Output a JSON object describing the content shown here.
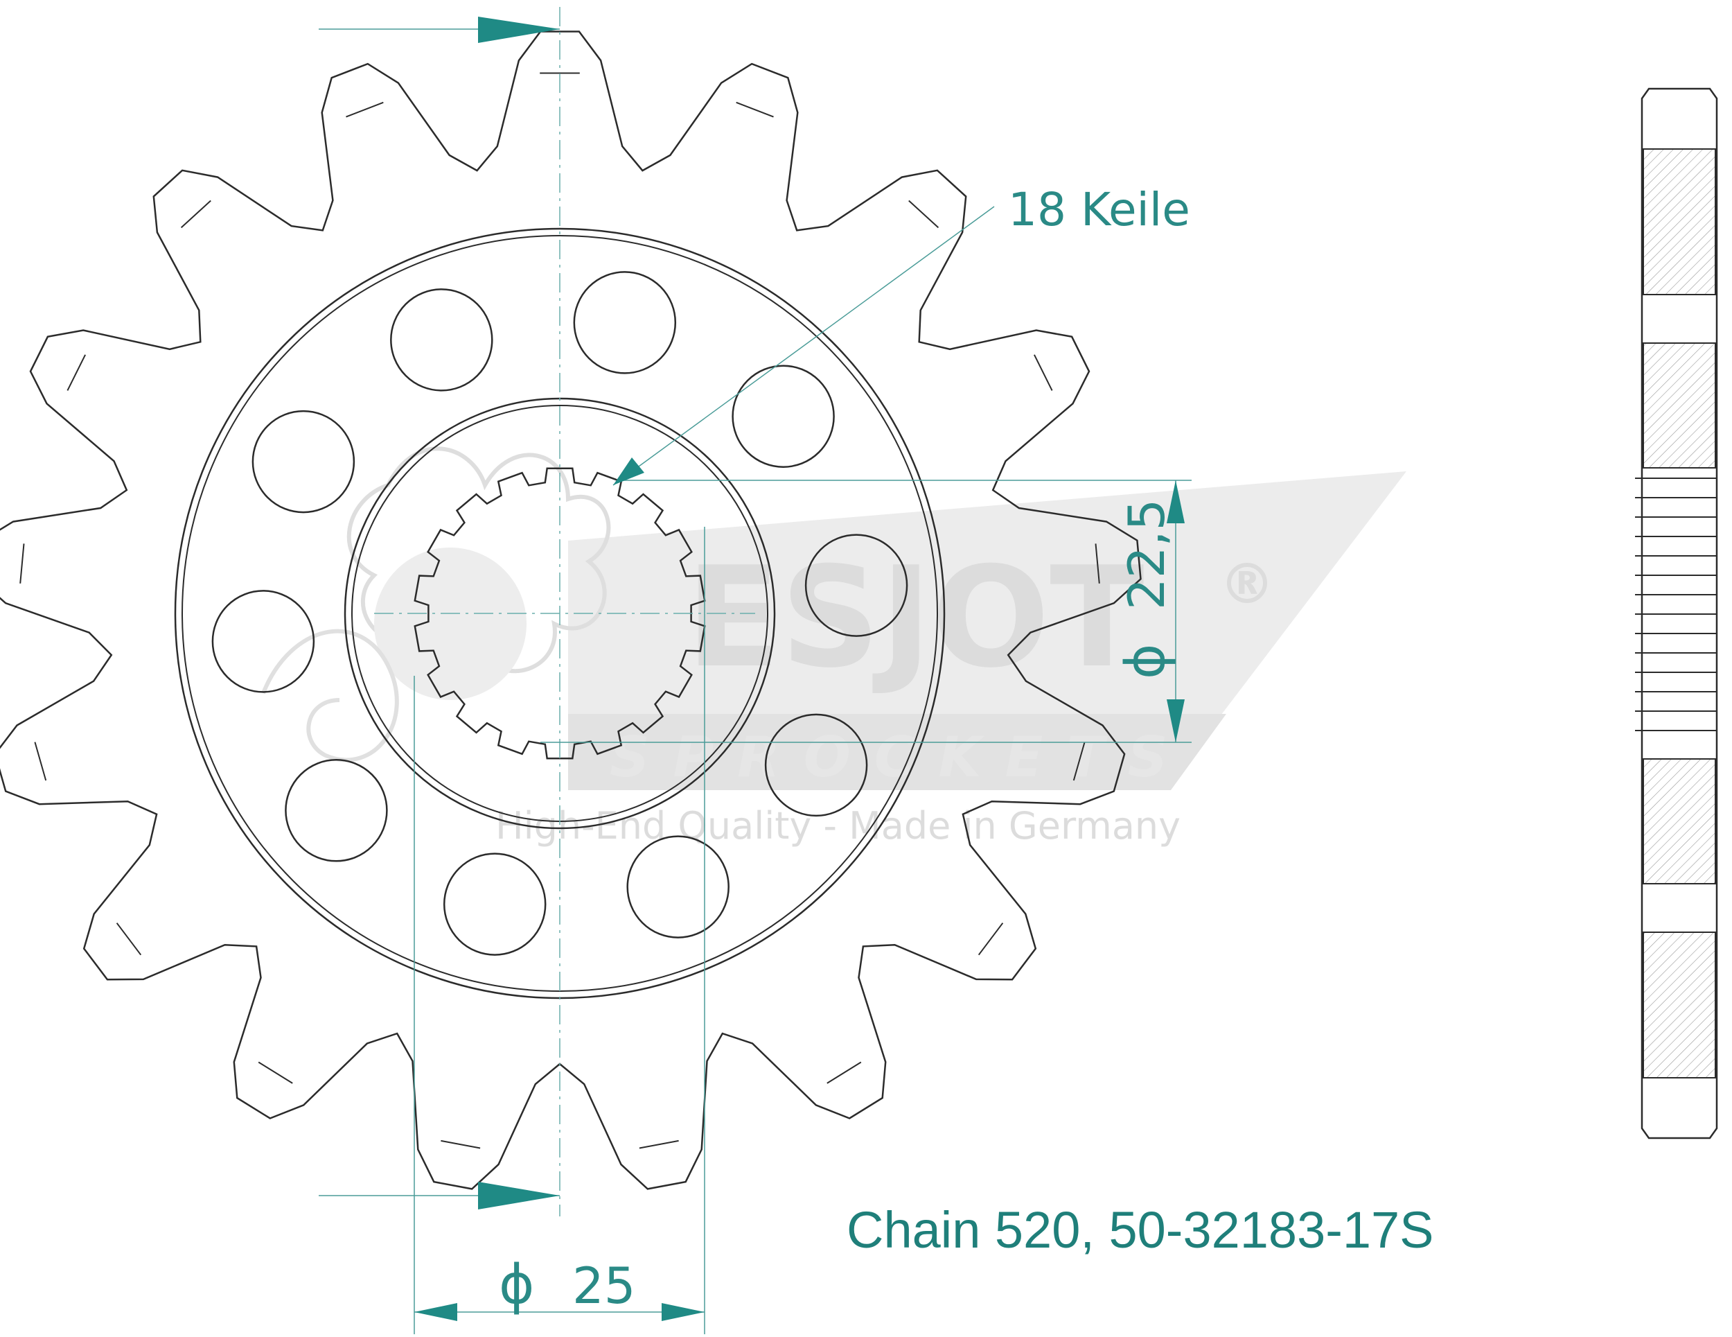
{
  "diagram": {
    "teeth_count": 17,
    "bolt_holes_count": 10,
    "splines_label": "18 Keile",
    "dim_inner_value": "22,5",
    "dim_outer_value": "25",
    "diameter_symbol": "ϕ",
    "caption": "Chain 520, 50-32183-17S"
  },
  "watermark": {
    "brand": "ESJOT",
    "registered": "®",
    "sub": "SPROCKETS",
    "tagline": "High-End Quality - Made in Germany"
  },
  "colors": {
    "accent": "#1f7f7a",
    "line": "#2b2b2b",
    "dim_line": "#4a9c98",
    "watermark": "#dcdcdc"
  }
}
